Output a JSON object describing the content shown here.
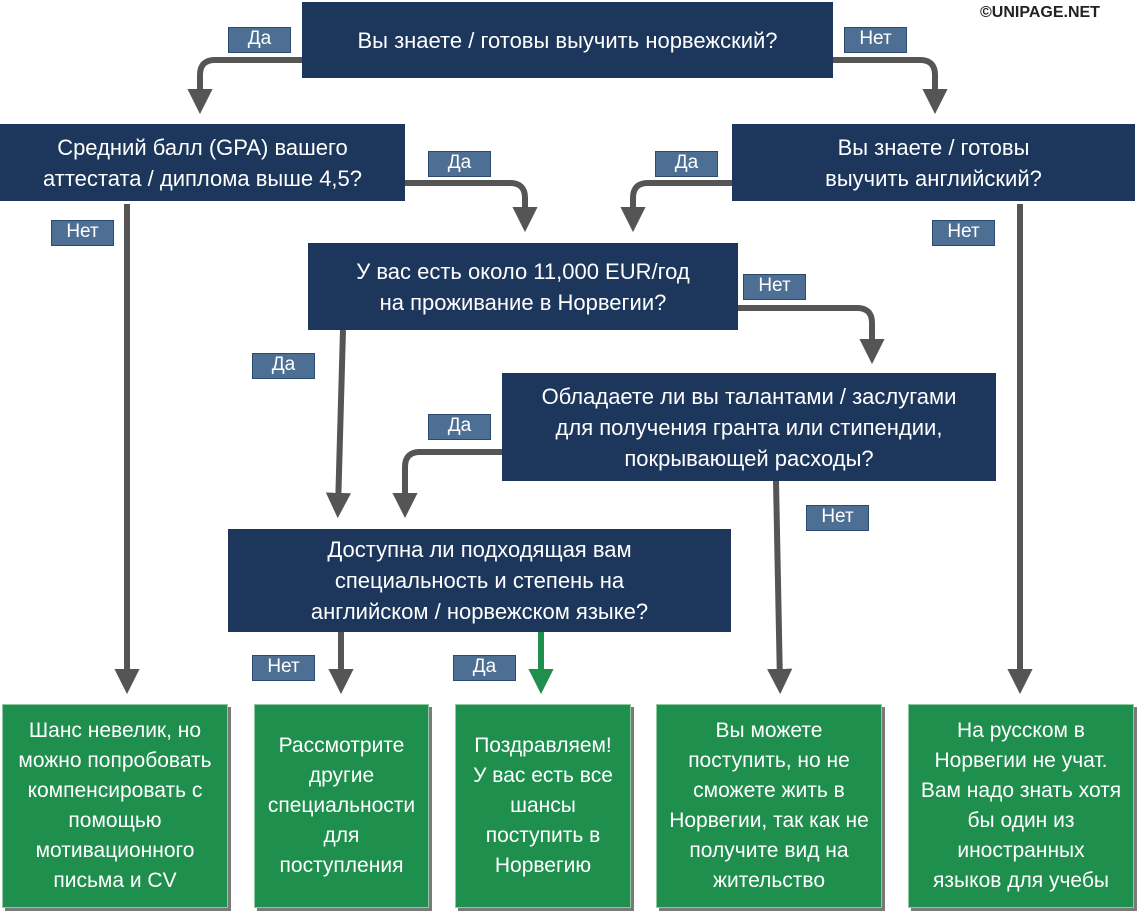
{
  "credit": "©UNIPAGE.NET",
  "questions": {
    "q1": "Вы знаете / готовы выучить норвежский?",
    "q2": "Средний балл (GPA) вашего\nаттестата / диплома выше 4,5?",
    "q3": "Вы знаете / готовы\nвыучить английский?",
    "q4": "У вас есть около 11,000 EUR/год\nна проживание в Норвегии?",
    "q5": "Обладаете ли вы талантами / заслугами\nдля получения гранта или стипендии,\nпокрывающей расходы?",
    "q6": "Доступна ли подходящая вам\nспециальность и степень на\nанглийском / норвежском языке?"
  },
  "results": {
    "r1": "Шанс невелик, но\nможно попробовать\nкомпенсировать с\nпомощью\nмотивационного\nписьма и CV",
    "r2": "Рассмотрите\nдругие\nспециальности\nдля\nпоступления",
    "r3": "Поздравляем!\nУ вас есть все\nшансы\nпоступить в\nНорвегию",
    "r4": "Вы можете\nпоступить, но не\nсможете жить в\nНорвегии, так как не\nполучите вид на\nжительство",
    "r5": "На русском в\nНорвегии не учат.\nВам надо знать хотя\nбы один из\nиностранных\nязыков для учебы"
  },
  "labels": {
    "yes": "Да",
    "no": "Нет"
  },
  "colors": {
    "question_box": "#1c365c",
    "result_box": "#1f8f4e",
    "label_box": "#4d6f94",
    "arrow": "#555555",
    "arrow_yes_final": "#1f8f4e"
  }
}
